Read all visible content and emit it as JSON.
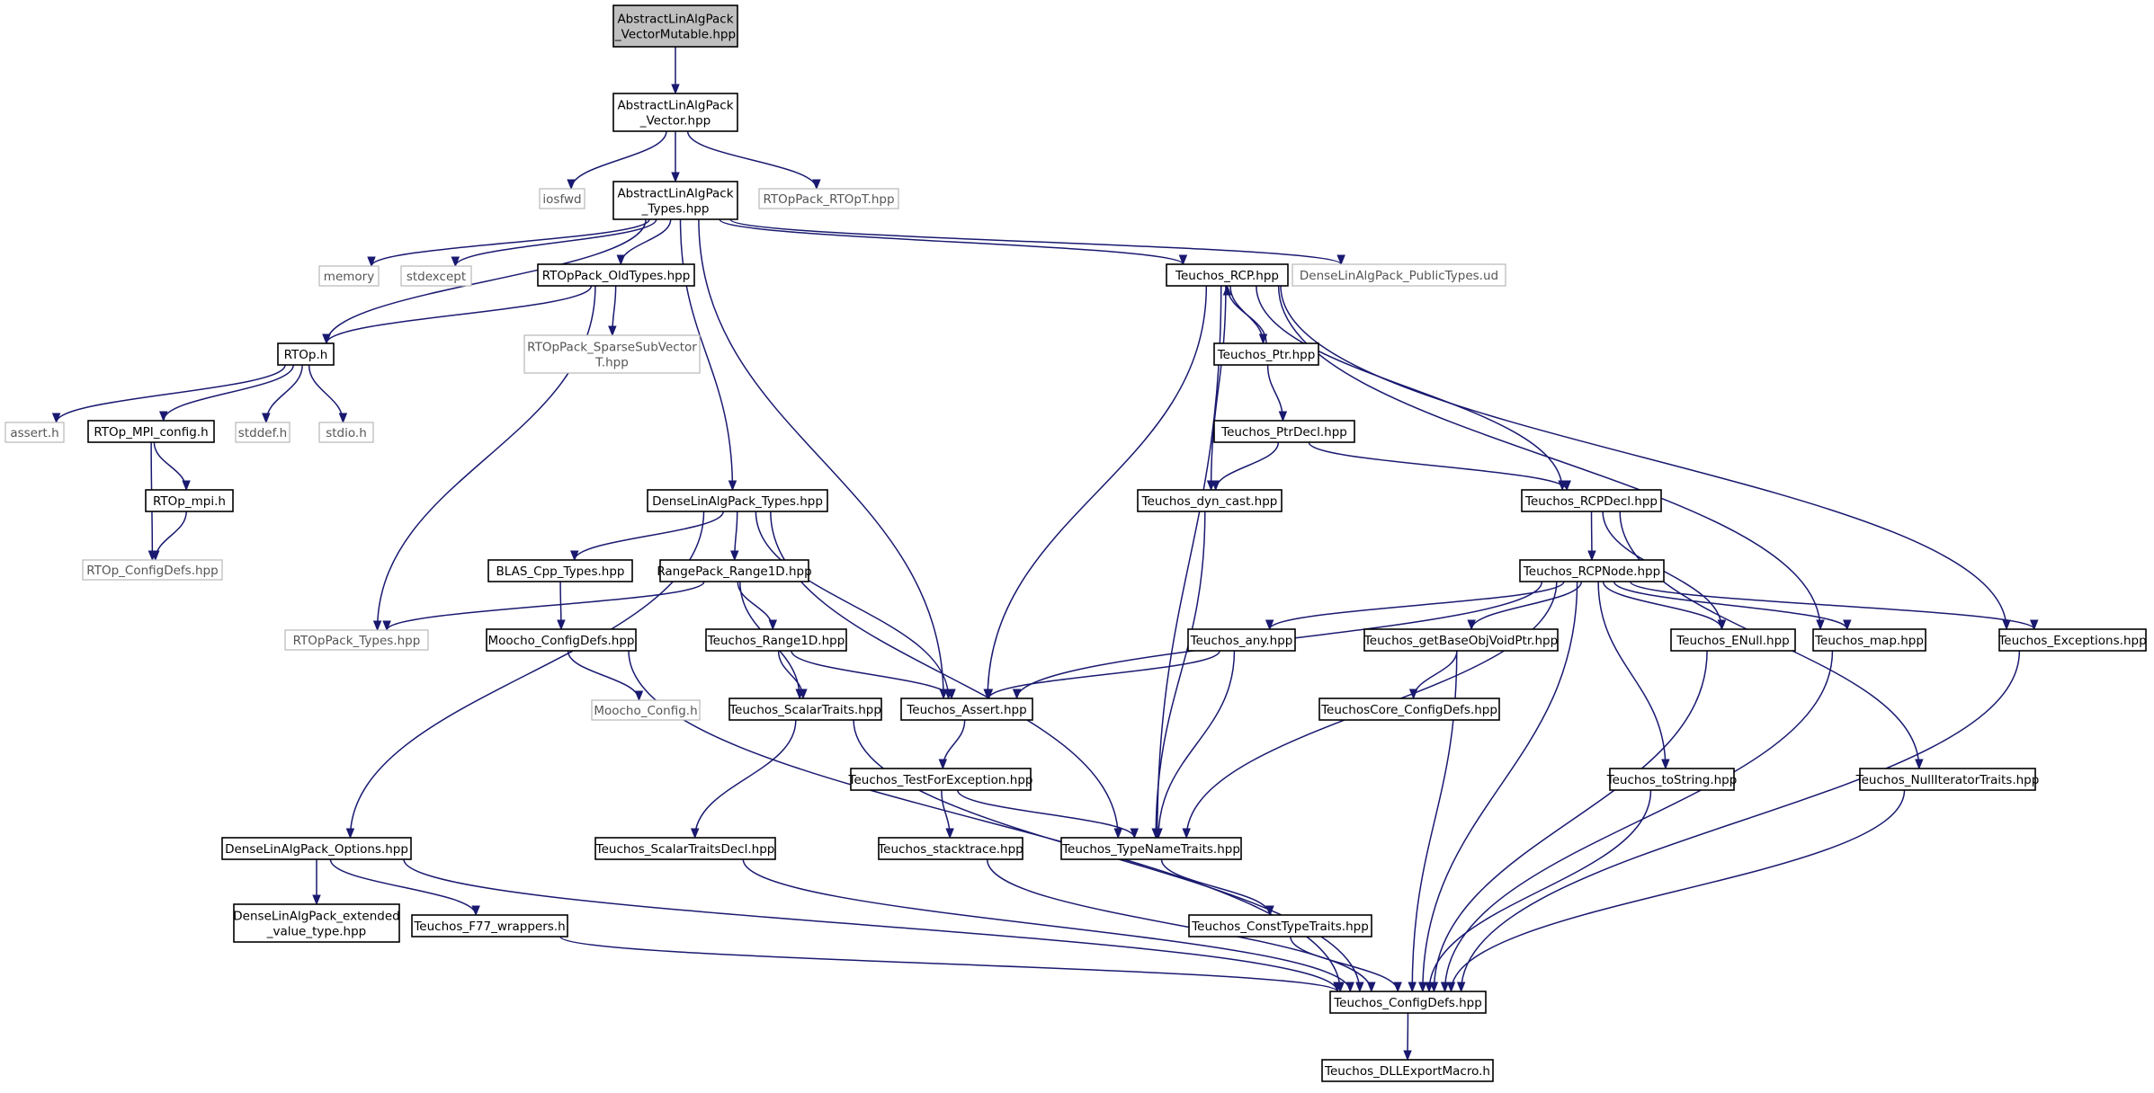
{
  "graph": {
    "nodes": [
      {
        "id": "root",
        "lines": [
          "AbstractLinAlgPack",
          "_VectorMutable.hpp"
        ],
        "kind": "root"
      },
      {
        "id": "vec",
        "lines": [
          "AbstractLinAlgPack",
          "_Vector.hpp"
        ],
        "kind": "doc"
      },
      {
        "id": "iosfwd",
        "lines": [
          "iosfwd"
        ],
        "kind": "external"
      },
      {
        "id": "types",
        "lines": [
          "AbstractLinAlgPack",
          "_Types.hpp"
        ],
        "kind": "doc"
      },
      {
        "id": "roptt",
        "lines": [
          "RTOpPack_RTOpT.hpp"
        ],
        "kind": "external"
      },
      {
        "id": "memory",
        "lines": [
          "memory"
        ],
        "kind": "external"
      },
      {
        "id": "stdexcept",
        "lines": [
          "stdexcept"
        ],
        "kind": "external"
      },
      {
        "id": "oldtypes",
        "lines": [
          "RTOpPack_OldTypes.hpp"
        ],
        "kind": "doc"
      },
      {
        "id": "rcp",
        "lines": [
          "Teuchos_RCP.hpp"
        ],
        "kind": "doc"
      },
      {
        "id": "densepub",
        "lines": [
          "DenseLinAlgPack_PublicTypes.ud"
        ],
        "kind": "external"
      },
      {
        "id": "rtoph",
        "lines": [
          "RTOp.h"
        ],
        "kind": "doc"
      },
      {
        "id": "sparse",
        "lines": [
          "RTOpPack_SparseSubVector",
          "T.hpp"
        ],
        "kind": "external"
      },
      {
        "id": "ptr",
        "lines": [
          "Teuchos_Ptr.hpp"
        ],
        "kind": "doc"
      },
      {
        "id": "asserth",
        "lines": [
          "assert.h"
        ],
        "kind": "external"
      },
      {
        "id": "mpiconfig",
        "lines": [
          "RTOp_MPI_config.h"
        ],
        "kind": "doc"
      },
      {
        "id": "stddef",
        "lines": [
          "stddef.h"
        ],
        "kind": "external"
      },
      {
        "id": "stdio",
        "lines": [
          "stdio.h"
        ],
        "kind": "external"
      },
      {
        "id": "ptrdecl",
        "lines": [
          "Teuchos_PtrDecl.hpp"
        ],
        "kind": "doc"
      },
      {
        "id": "mpih",
        "lines": [
          "RTOp_mpi.h"
        ],
        "kind": "doc"
      },
      {
        "id": "densetypes",
        "lines": [
          "DenseLinAlgPack_Types.hpp"
        ],
        "kind": "doc"
      },
      {
        "id": "dyncast",
        "lines": [
          "Teuchos_dyn_cast.hpp"
        ],
        "kind": "doc"
      },
      {
        "id": "rcpdecl",
        "lines": [
          "Teuchos_RCPDecl.hpp"
        ],
        "kind": "doc"
      },
      {
        "id": "rtopconfig",
        "lines": [
          "RTOp_ConfigDefs.hpp"
        ],
        "kind": "external"
      },
      {
        "id": "blas",
        "lines": [
          "BLAS_Cpp_Types.hpp"
        ],
        "kind": "doc"
      },
      {
        "id": "range1d",
        "lines": [
          "RangePack_Range1D.hpp"
        ],
        "kind": "doc"
      },
      {
        "id": "rcpnode",
        "lines": [
          "Teuchos_RCPNode.hpp"
        ],
        "kind": "doc"
      },
      {
        "id": "rtoppacktypes",
        "lines": [
          "RTOpPack_Types.hpp"
        ],
        "kind": "external"
      },
      {
        "id": "moochoconfdefs",
        "lines": [
          "Moocho_ConfigDefs.hpp"
        ],
        "kind": "doc"
      },
      {
        "id": "trange",
        "lines": [
          "Teuchos_Range1D.hpp"
        ],
        "kind": "doc"
      },
      {
        "id": "any",
        "lines": [
          "Teuchos_any.hpp"
        ],
        "kind": "doc"
      },
      {
        "id": "getbase",
        "lines": [
          "Teuchos_getBaseObjVoidPtr.hpp"
        ],
        "kind": "doc"
      },
      {
        "id": "enull",
        "lines": [
          "Teuchos_ENull.hpp"
        ],
        "kind": "doc"
      },
      {
        "id": "tmap",
        "lines": [
          "Teuchos_map.hpp"
        ],
        "kind": "doc"
      },
      {
        "id": "exceptions",
        "lines": [
          "Teuchos_Exceptions.hpp"
        ],
        "kind": "doc"
      },
      {
        "id": "moochoconfig",
        "lines": [
          "Moocho_Config.h"
        ],
        "kind": "external"
      },
      {
        "id": "scalar",
        "lines": [
          "Teuchos_ScalarTraits.hpp"
        ],
        "kind": "doc"
      },
      {
        "id": "tassert",
        "lines": [
          "Teuchos_Assert.hpp"
        ],
        "kind": "doc"
      },
      {
        "id": "corecfg",
        "lines": [
          "TeuchosCore_ConfigDefs.hpp"
        ],
        "kind": "doc"
      },
      {
        "id": "testexc",
        "lines": [
          "Teuchos_TestForException.hpp"
        ],
        "kind": "doc"
      },
      {
        "id": "tostring",
        "lines": [
          "Teuchos_toString.hpp"
        ],
        "kind": "doc"
      },
      {
        "id": "nulliter",
        "lines": [
          "Teuchos_NullIteratorTraits.hpp"
        ],
        "kind": "doc"
      },
      {
        "id": "options",
        "lines": [
          "DenseLinAlgPack_Options.hpp"
        ],
        "kind": "doc"
      },
      {
        "id": "scalardecl",
        "lines": [
          "Teuchos_ScalarTraitsDecl.hpp"
        ],
        "kind": "doc"
      },
      {
        "id": "stacktrace",
        "lines": [
          "Teuchos_stacktrace.hpp"
        ],
        "kind": "doc"
      },
      {
        "id": "typename",
        "lines": [
          "Teuchos_TypeNameTraits.hpp"
        ],
        "kind": "doc"
      },
      {
        "id": "extvalue",
        "lines": [
          "DenseLinAlgPack_extended",
          "_value_type.hpp"
        ],
        "kind": "doc"
      },
      {
        "id": "f77",
        "lines": [
          "Teuchos_F77_wrappers.h"
        ],
        "kind": "doc"
      },
      {
        "id": "consttype",
        "lines": [
          "Teuchos_ConstTypeTraits.hpp"
        ],
        "kind": "doc"
      },
      {
        "id": "tconfig",
        "lines": [
          "Teuchos_ConfigDefs.hpp"
        ],
        "kind": "doc"
      },
      {
        "id": "dll",
        "lines": [
          "Teuchos_DLLExportMacro.h"
        ],
        "kind": "doc"
      }
    ],
    "edges": [
      [
        "root",
        "vec"
      ],
      [
        "vec",
        "iosfwd"
      ],
      [
        "vec",
        "types"
      ],
      [
        "vec",
        "roptt"
      ],
      [
        "types",
        "memory"
      ],
      [
        "types",
        "stdexcept"
      ],
      [
        "types",
        "oldtypes"
      ],
      [
        "types",
        "rtoph"
      ],
      [
        "types",
        "densetypes"
      ],
      [
        "types",
        "tassert"
      ],
      [
        "types",
        "rcp"
      ],
      [
        "types",
        "densepub"
      ],
      [
        "oldtypes",
        "rtoph"
      ],
      [
        "oldtypes",
        "sparse"
      ],
      [
        "oldtypes",
        "rtoppacktypes"
      ],
      [
        "rtoph",
        "asserth"
      ],
      [
        "rtoph",
        "mpiconfig"
      ],
      [
        "rtoph",
        "stddef"
      ],
      [
        "rtoph",
        "stdio"
      ],
      [
        "mpiconfig",
        "mpih"
      ],
      [
        "mpiconfig",
        "rtopconfig"
      ],
      [
        "mpih",
        "rtopconfig"
      ],
      [
        "rcp",
        "ptr"
      ],
      [
        "ptr",
        "rcp"
      ],
      [
        "rcp",
        "dyncast"
      ],
      [
        "rcp",
        "tassert"
      ],
      [
        "rcp",
        "typename"
      ],
      [
        "rcp",
        "rcpdecl"
      ],
      [
        "rcp",
        "tmap"
      ],
      [
        "rcp",
        "exceptions"
      ],
      [
        "ptr",
        "ptrdecl"
      ],
      [
        "ptrdecl",
        "dyncast"
      ],
      [
        "ptrdecl",
        "rcpdecl"
      ],
      [
        "dyncast",
        "typename"
      ],
      [
        "rcpdecl",
        "rcpnode"
      ],
      [
        "rcpdecl",
        "enull"
      ],
      [
        "rcpdecl",
        "nulliter"
      ],
      [
        "rcpnode",
        "tassert"
      ],
      [
        "rcpnode",
        "any"
      ],
      [
        "rcpnode",
        "getbase"
      ],
      [
        "rcpnode",
        "enull"
      ],
      [
        "rcpnode",
        "tmap"
      ],
      [
        "rcpnode",
        "exceptions"
      ],
      [
        "rcpnode",
        "typename"
      ],
      [
        "rcpnode",
        "tostring"
      ],
      [
        "rcpnode",
        "tconfig"
      ],
      [
        "densetypes",
        "blas"
      ],
      [
        "densetypes",
        "range1d"
      ],
      [
        "densetypes",
        "tassert"
      ],
      [
        "densetypes",
        "typename"
      ],
      [
        "densetypes",
        "options"
      ],
      [
        "blas",
        "moochoconfdefs"
      ],
      [
        "range1d",
        "rtoppacktypes"
      ],
      [
        "range1d",
        "trange"
      ],
      [
        "range1d",
        "scalar"
      ],
      [
        "trange",
        "scalar"
      ],
      [
        "trange",
        "tassert"
      ],
      [
        "moochoconfdefs",
        "moochoconfig"
      ],
      [
        "moochoconfdefs",
        "tconfig"
      ],
      [
        "any",
        "tassert"
      ],
      [
        "any",
        "typename"
      ],
      [
        "getbase",
        "corecfg"
      ],
      [
        "getbase",
        "tconfig"
      ],
      [
        "enull",
        "tconfig"
      ],
      [
        "tmap",
        "tconfig"
      ],
      [
        "exceptions",
        "tconfig"
      ],
      [
        "scalar",
        "scalardecl"
      ],
      [
        "scalar",
        "tconfig"
      ],
      [
        "tassert",
        "testexc"
      ],
      [
        "testexc",
        "stacktrace"
      ],
      [
        "testexc",
        "typename"
      ],
      [
        "tostring",
        "tconfig"
      ],
      [
        "nulliter",
        "tconfig"
      ],
      [
        "options",
        "extvalue"
      ],
      [
        "options",
        "f77"
      ],
      [
        "options",
        "tconfig"
      ],
      [
        "scalardecl",
        "tconfig"
      ],
      [
        "stacktrace",
        "tconfig"
      ],
      [
        "typename",
        "consttype"
      ],
      [
        "consttype",
        "tconfig"
      ],
      [
        "f77",
        "tconfig"
      ],
      [
        "tconfig",
        "dll"
      ]
    ]
  }
}
